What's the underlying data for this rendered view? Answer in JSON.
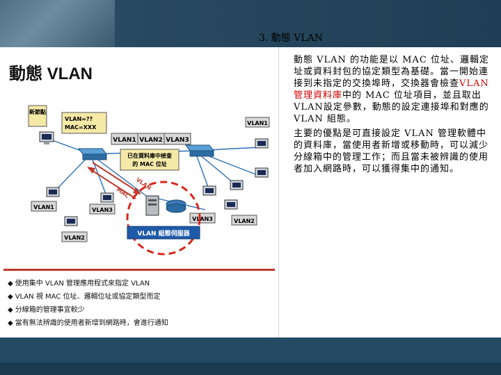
{
  "slide": {
    "title": "3. 動態 VLAN",
    "para1": {
      "a": "動態 VLAN 的功能是以 MAC 位址、邏輯定址或資料封包的協定類型為基礎。當一開始連接到未指定的交換埠時，交換器會檢查",
      "red": "VLAN 管理資料庫",
      "b": "中的 MAC 位址項目，並且取出VLAN設定參數，動態的設定連接埠和對應的 VLAN 組態。"
    },
    "para2": "主要的優點是可直接設定 VLAN 管理軟體中的資料庫，當使用者新增或移動時，可以減少分線箱中的管理工作；而且當未被辨識的使用者加入網路時，可以獲得集中的通知。"
  },
  "figure": {
    "title": "動態 VLAN",
    "new_node": "新節點",
    "vlan_query": "VLAN=??",
    "mac_query": "MAC=XXX",
    "vlan1": "VLAN1",
    "vlan2": "VLAN2",
    "vlan3": "VLAN3",
    "check_box_line1": "已在資料庫中檢查",
    "check_box_line2": "的 MAC 位址",
    "arrow_label1": "VLAN",
    "arrow_label2": "MAC",
    "server_label": "VLAN 組態伺服器",
    "bullets": [
      "使用集中 VLAN 管理應用程式來指定 VLAN",
      "VLAN 視 MAC 位址、邏輯位址或協定類型而定",
      "分線箱的管理事宜較少",
      "當有無法辨識的使用者新增到網路時，會進行通知"
    ],
    "bullet_glyph": "◆"
  }
}
